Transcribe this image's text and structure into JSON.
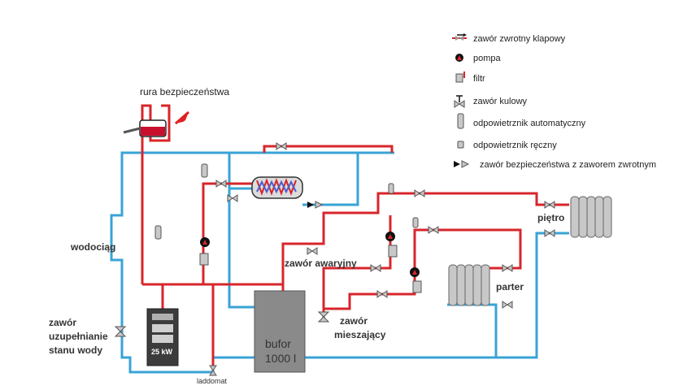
{
  "legend": {
    "check_valve": "zawór  zwrotny klapowy",
    "pump": "pompa",
    "filter": "filtr",
    "ball_valve": "zawór kulowy",
    "auto_vent": "odpowietrznik automatyczny",
    "manual_vent": "odpowietrznik ręczny",
    "safety_valve": "zawór bezpieczeństwa z zaworem zwrotnym"
  },
  "labels": {
    "safety_pipe": "rura bezpieczeństwa",
    "water_supply": "wodociąg",
    "fill_valve_1": "zawór",
    "fill_valve_2": "uzupełnianie",
    "fill_valve_3": "stanu wody",
    "boiler_power": "25 kW",
    "laddomat": "laddomat",
    "buffer_1": "bufor",
    "buffer_2": "1000 l",
    "emergency_valve": "zawór awaryjny",
    "mixing_valve_1": "zawór",
    "mixing_valve_2": "mieszający",
    "floor_upper": "piętro",
    "floor_ground": "parter"
  },
  "colors": {
    "hot": "#d7262b",
    "cold": "#3aa3d6",
    "equipment_gray": "#c8c8c8",
    "buffer_gray": "#8a8a8a",
    "boiler_dark": "#3c3c3c"
  }
}
